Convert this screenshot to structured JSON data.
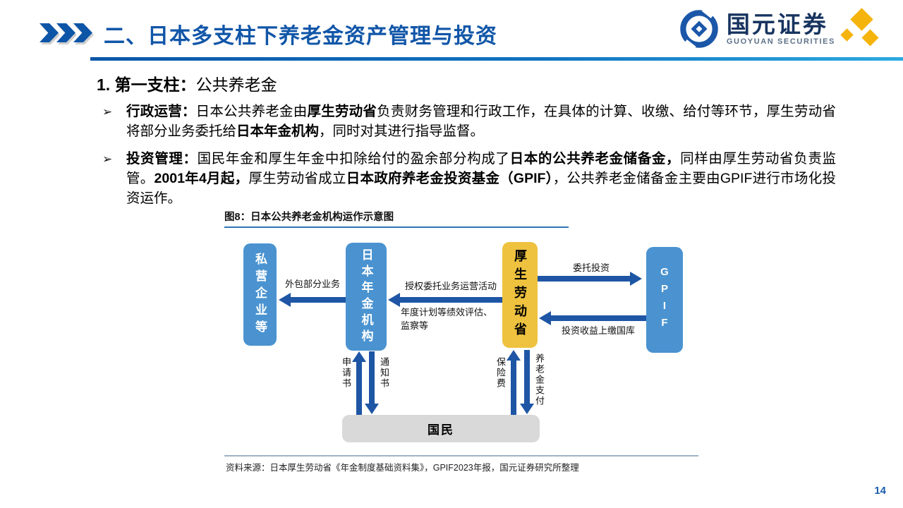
{
  "header": {
    "title": "二、日本多支柱下养老金资产管理与投资",
    "logo": {
      "cn": "国元证券",
      "en": "GUOYUAN SECURITIES"
    }
  },
  "content": {
    "section": {
      "num": "1.",
      "bold": " 第一支柱：",
      "normal": "公共养老金"
    },
    "bullets": [
      {
        "marker": "➢",
        "segments": [
          {
            "t": "行政运营：",
            "b": true
          },
          {
            "t": "日本公共养老金由",
            "b": false
          },
          {
            "t": "厚生劳动省",
            "b": true
          },
          {
            "t": "负责财务管理和行政工作，在具体的计算、收缴、给付等环节，厚生劳动省将部分业务委托给",
            "b": false
          },
          {
            "t": "日本年金机构",
            "b": true
          },
          {
            "t": "，同时对其进行指导监督。",
            "b": false
          }
        ]
      },
      {
        "marker": "➢",
        "segments": [
          {
            "t": "投资管理：",
            "b": true
          },
          {
            "t": "国民年金和厚生年金中扣除给付的盈余部分构成了",
            "b": false
          },
          {
            "t": "日本的公共养老金储备金，",
            "b": true
          },
          {
            "t": "同样由厚生劳动省负责监管。",
            "b": false
          },
          {
            "t": "2001年4月起，",
            "b": true
          },
          {
            "t": "厚生劳动省成立",
            "b": false
          },
          {
            "t": "日本政府养老金投资基金（GPIF）",
            "b": true
          },
          {
            "t": "，公共养老金储备金主要由GPIF进行市场化投资运作。",
            "b": false
          }
        ]
      }
    ]
  },
  "figure": {
    "title": "图8：日本公共养老金机构运作示意图",
    "source": "资料来源：日本厚生劳动省《年金制度基础资料集》，GPIF2023年报，国元证券研究所整理",
    "nodes": {
      "private": "私营企业等",
      "nenkin": "日本年金机构",
      "mhlw": "厚生劳动省",
      "gpif": "GPIF",
      "citizens": "国民"
    },
    "edges": {
      "outsource": "外包部分业务",
      "delegate": "授权委托业务运营活动",
      "evaluate_line1": "年度计划等绩效评估、",
      "evaluate_line2": "监察等",
      "entrust": "委托投资",
      "returns": "投资收益上缴国库",
      "apply": "申请书",
      "notify": "通知书",
      "premium": "保险费",
      "payment": "养老金支付"
    }
  },
  "page_number": "14",
  "colors": {
    "accent_dark": "#0b56a8",
    "accent_light": "#2caae0",
    "title_blue": "#1156a8",
    "node_blue": "#4a93d0",
    "node_yellow": "#eec23f",
    "node_gray": "#d9d9d9",
    "arrow_blue": "#1e56a5",
    "figure_rule": "#2e74b5",
    "sparkle_yellow": "#f5b40c"
  }
}
